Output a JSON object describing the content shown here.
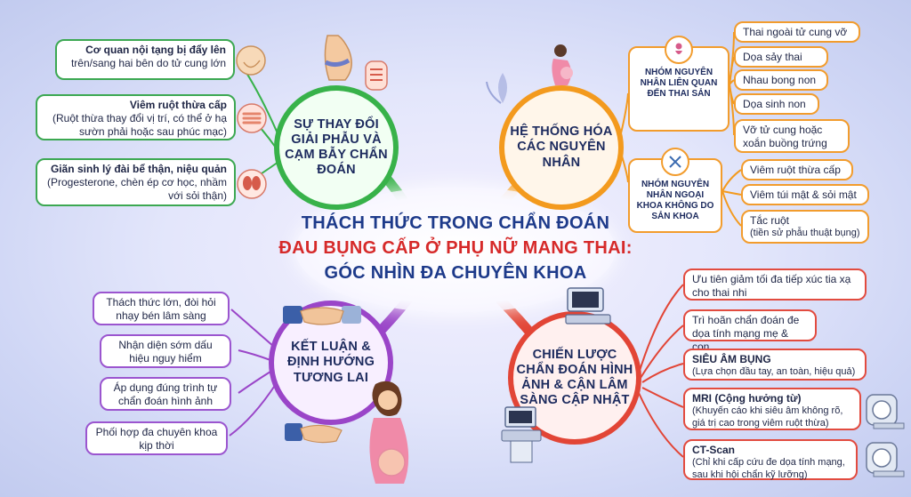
{
  "title": {
    "line1": "THÁCH THỨC TRONG CHẨN ĐOÁN",
    "line2": "ĐAU BỤNG CẤP Ở PHỤ NỮ MANG THAI:",
    "line3": "GÓC NHÌN ĐA CHUYÊN KHOA"
  },
  "colors": {
    "green": "#38b24a",
    "orange": "#f39a1e",
    "purple": "#9a45c8",
    "red": "#e24536",
    "navy": "#1d2b5e",
    "title_red": "#d62a2a"
  },
  "anatomy": {
    "label": "SỰ THAY ĐỔI GIẢI PHẪU VÀ CẠM BẪY CHẨN ĐOÁN",
    "items": [
      {
        "title": "Cơ quan nội tạng bị đẩy lên",
        "detail": "trên/sang hai bên do tử cung lớn",
        "icon": "pregnant-belly-icon"
      },
      {
        "title": "Viêm ruột thừa cấp",
        "detail": "(Ruột thừa thay đổi vị trí, có thể ở hạ sườn phải hoặc sau phúc mạc)",
        "icon": "intestine-icon"
      },
      {
        "title": "Giãn sinh lý đài bể thận, niệu quản",
        "detail": "(Progesterone, chèn ép cơ học, nhầm với sỏi thận)",
        "icon": "kidney-icon"
      }
    ],
    "hub_icons": [
      "pregnant-torso-icon",
      "organs-icon"
    ]
  },
  "causes": {
    "label": "HỆ THỐNG HÓA CÁC NGUYÊN NHÂN",
    "hub_icon": "pregnant-woman-icon",
    "obstetric": {
      "label": "NHÓM NGUYÊN NHÂN LIÊN QUAN ĐẾN THAI SẢN",
      "icon": "pregnancy-badge-icon",
      "items": [
        "Thai ngoài tử cung vỡ",
        "Dọa sảy thai",
        "Nhau bong non",
        "Dọa sinh non",
        "Vỡ tử cung hoặc xoắn buồng trứng"
      ]
    },
    "non_obstetric": {
      "label": "NHÓM NGUYÊN NHÂN NGOẠI KHOA KHÔNG DO SẢN KHOA",
      "icon": "surgical-tools-icon",
      "items": [
        {
          "title": "Viêm ruột thừa cấp",
          "detail": ""
        },
        {
          "title": "Viêm túi mật & sỏi mật",
          "detail": ""
        },
        {
          "title": "Tắc ruột",
          "detail": "(tiền sử phẫu thuật bụng)"
        }
      ]
    }
  },
  "conclusion": {
    "label": "KẾT LUẬN & ĐỊNH HƯỚNG TƯƠNG LAI",
    "items": [
      "Thách thức lớn, đòi hỏi nhạy bén lâm sàng",
      "Nhận diện sớm dấu hiệu nguy hiểm",
      "Áp dụng đúng trình tự chẩn đoán hình ảnh",
      "Phối hợp đa chuyên khoa kịp thời"
    ],
    "icons": [
      "handshake-icon",
      "pregnant-mother-icon"
    ]
  },
  "imaging": {
    "label": "CHIẾN LƯỢC CHẨN ĐOÁN HÌNH ẢNH & CẬN LÂM SÀNG CẬP NHẬT",
    "icons": [
      "ultrasound-machine-icon",
      "mri-scanner-icon",
      "ct-scanner-icon"
    ],
    "items": [
      {
        "title": "Ưu tiên giảm tối đa tiếp xúc tia xạ cho thai nhi",
        "detail": "",
        "bold": false
      },
      {
        "title": "Trì hoãn chẩn đoán đe dọa tính mạng mẹ & con",
        "detail": "",
        "bold": false
      },
      {
        "title": "SIÊU ÂM BỤNG",
        "detail": "(Lựa chọn đầu tay, an toàn, hiệu quả)",
        "bold": true
      },
      {
        "title": "MRI (Cộng hưởng từ)",
        "detail": "(Khuyến cáo khi siêu âm không rõ, giá trị cao trong viêm ruột thừa)",
        "bold": true
      },
      {
        "title": "CT-Scan",
        "detail": "(Chỉ khi cấp cứu đe dọa tính mạng, sau khi hội chẩn kỹ lưỡng)",
        "bold": true
      }
    ]
  }
}
